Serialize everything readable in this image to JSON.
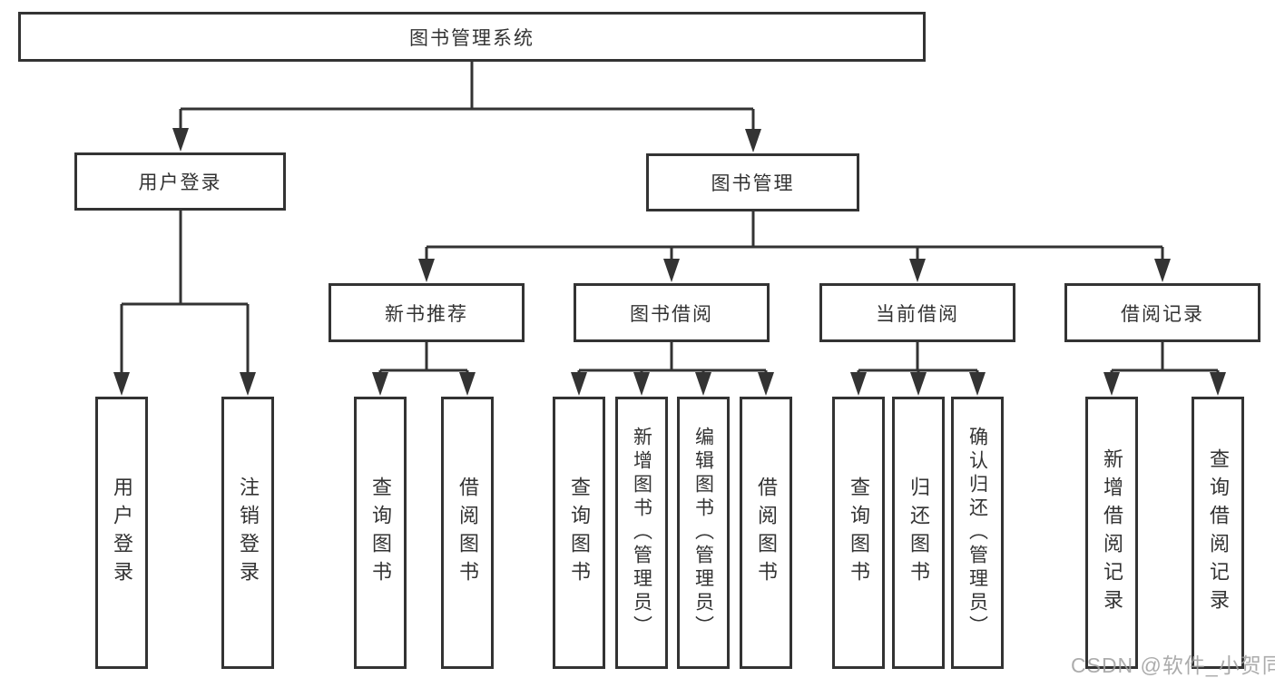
{
  "diagram": {
    "root": {
      "label": "图书管理系统"
    },
    "level2": [
      {
        "label": "用户登录"
      },
      {
        "label": "图书管理"
      }
    ],
    "level3": [
      {
        "label": "新书推荐"
      },
      {
        "label": "图书借阅"
      },
      {
        "label": "当前借阅"
      },
      {
        "label": "借阅记录"
      }
    ],
    "leaves": [
      {
        "label": "用户登录",
        "parent": "用户登录"
      },
      {
        "label": "注销登录",
        "parent": "用户登录"
      },
      {
        "label": "查询图书",
        "parent": "新书推荐"
      },
      {
        "label": "借阅图书",
        "parent": "新书推荐"
      },
      {
        "label": "查询图书",
        "parent": "图书借阅"
      },
      {
        "label": "新增图书（管理员）",
        "parent": "图书借阅"
      },
      {
        "label": "编辑图书（管理员）",
        "parent": "图书借阅"
      },
      {
        "label": "借阅图书",
        "parent": "图书借阅"
      },
      {
        "label": "查询图书",
        "parent": "当前借阅"
      },
      {
        "label": "归还图书",
        "parent": "当前借阅"
      },
      {
        "label": "确认归还（管理员）",
        "parent": "当前借阅"
      },
      {
        "label": "新增借阅记录",
        "parent": "借阅记录"
      },
      {
        "label": "查询借阅记录",
        "parent": "借阅记录"
      }
    ],
    "colors": {
      "line": "#333333",
      "border": "#333333",
      "text": "#333333",
      "background": "#ffffff",
      "watermark": "#9e9e9e"
    },
    "watermark": "CSDN @软件_小贺同学"
  }
}
